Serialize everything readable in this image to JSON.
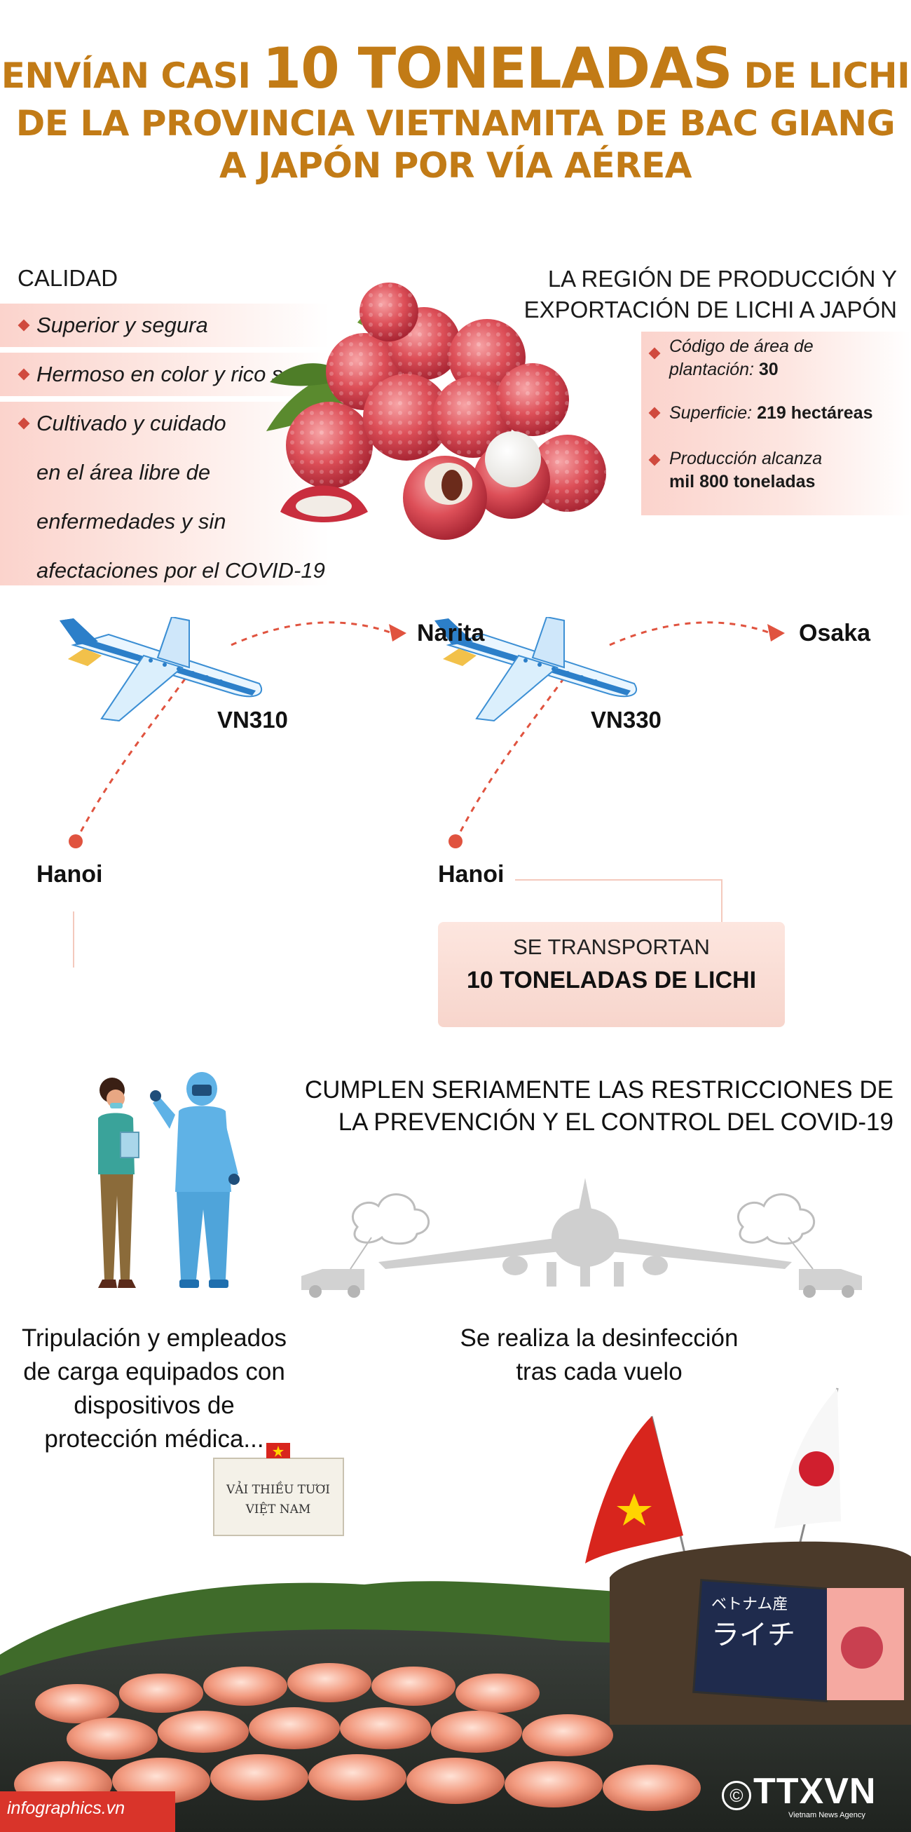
{
  "title": {
    "line1_pre": "ENVÍAN CASI",
    "line1_highlight": "10 TONELADAS",
    "line1_post": "DE LICHI",
    "line2": "DE LA PROVINCIA VIETNAMITA DE BAC GIANG",
    "line3": "A JAPÓN POR VÍA AÉREA"
  },
  "quality": {
    "heading": "CALIDAD",
    "items": [
      "Superior y segura",
      "Hermoso en color y rico sabor"
    ],
    "item3_lines": [
      "Cultivado y cuidado",
      "en el área libre  de",
      "enfermedades y sin",
      "afectaciones por el COVID-19"
    ]
  },
  "region": {
    "heading_line1": "LA REGIÓN DE PRODUCCIÓN Y",
    "heading_line2": "EXPORTACIÓN DE LICHI A JAPÓN",
    "item1_line1": "Código de área de",
    "item1_line2_label": "plantación:",
    "item1_value": "30",
    "item2_label": "Superficie:",
    "item2_value": "219 hectáreas",
    "item3_line1": "Producción alcanza",
    "item3_value": "mil 800 toneladas"
  },
  "flights": [
    {
      "flight": "VN310",
      "origin": "Hanoi",
      "destination": "Narita"
    },
    {
      "flight": "VN330",
      "origin": "Hanoi",
      "destination": "Osaka"
    }
  ],
  "transport": {
    "line1": "SE TRANSPORTAN",
    "line2": "10 TONELADAS DE LICHI"
  },
  "covid": {
    "heading_line1": "CUMPLEN SERIAMENTE LAS RESTRICCIONES DE",
    "heading_line2": "LA PREVENCIÓN Y EL CONTROL DEL COVID-19",
    "caption_left_lines": [
      "Tripulación y empleados",
      "de carga equipados con",
      "dispositivos de",
      "protección médica..."
    ],
    "caption_right_lines": [
      "Se realiza la desinfección",
      "tras cada vuelo"
    ]
  },
  "market_photo": {
    "sign_vn_line1": "VẢI THIỀU TƯƠI",
    "sign_vn_line2": "VIỆT NAM",
    "sign_jp_line1": "ベトナム産",
    "sign_jp_line2": "ライチ"
  },
  "footer": {
    "source": "infographics.vn",
    "agency": "TTXVN",
    "agency_sub": "Vietnam News Agency"
  },
  "colors": {
    "title": "#c27b16",
    "accent": "#e0533f",
    "band": "#fbd3cc"
  }
}
